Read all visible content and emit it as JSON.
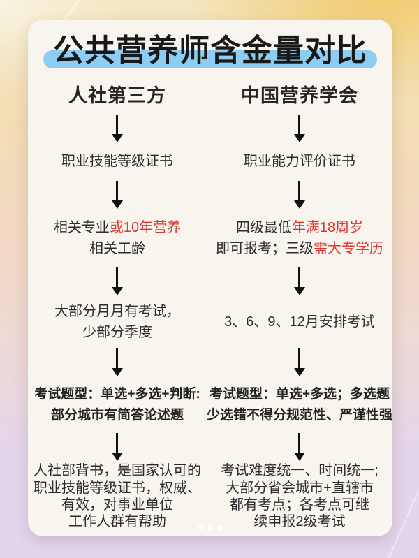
{
  "page": {
    "title": "公共营养师含金量对比"
  },
  "colors": {
    "title_highlight_blue": "#8ecdf3",
    "accent_red": "#d93831",
    "card_background": "#f8f5ee",
    "text_dark": "#2d2d2d"
  },
  "pagination": {
    "dot_count": 3
  },
  "columns": [
    {
      "id": "renshe",
      "header": "人社第三方",
      "steps": [
        {
          "bold": false,
          "lines": [
            [
              {
                "text": "职业技能等级证书"
              }
            ]
          ]
        },
        {
          "bold": false,
          "lines": [
            [
              {
                "text": "相关专业"
              },
              {
                "text": "或10年营养",
                "color": "red"
              }
            ],
            [
              {
                "text": "相关工龄"
              }
            ]
          ]
        },
        {
          "bold": false,
          "lines": [
            [
              {
                "text": "大部分月月有考试，"
              }
            ],
            [
              {
                "text": "少部分季度"
              }
            ]
          ]
        },
        {
          "bold": true,
          "lines": [
            [
              {
                "text": "考试题型：单选+多选+判断:"
              }
            ],
            [
              {
                "text": "部分城市有简答论述题"
              }
            ]
          ]
        },
        {
          "bold": false,
          "lines": [
            [
              {
                "text": "人社部背书，是国家认可的"
              }
            ],
            [
              {
                "text": "职业技能等级证书，权威、"
              }
            ],
            [
              {
                "text": "有效，对事业单位"
              }
            ],
            [
              {
                "text": "工作人群有帮助"
              }
            ]
          ]
        }
      ]
    },
    {
      "id": "yingyangxuehui",
      "header": "中国营养学会",
      "steps": [
        {
          "bold": false,
          "lines": [
            [
              {
                "text": "职业能力评价证书"
              }
            ]
          ]
        },
        {
          "bold": false,
          "lines": [
            [
              {
                "text": "四级最低"
              },
              {
                "text": "年满18周岁",
                "color": "red"
              }
            ],
            [
              {
                "text": "即可报考；三级"
              },
              {
                "text": "需大专学历",
                "color": "red"
              }
            ]
          ]
        },
        {
          "bold": false,
          "lines": [
            [
              {
                "text": "3、6、9、12月安排考试"
              }
            ]
          ]
        },
        {
          "bold": true,
          "lines": [
            [
              {
                "text": "考试题型：单选+多选；多选题"
              }
            ],
            [
              {
                "text": "少选错不得分规范性、严谨性强"
              }
            ]
          ]
        },
        {
          "bold": false,
          "lines": [
            [
              {
                "text": "考试难度统一、时间统一;"
              }
            ],
            [
              {
                "text": "大部分省会城市+直辖市"
              }
            ],
            [
              {
                "text": "都有考点；各考点可继"
              }
            ],
            [
              {
                "text": "续申报2级考试"
              }
            ]
          ]
        }
      ]
    }
  ]
}
